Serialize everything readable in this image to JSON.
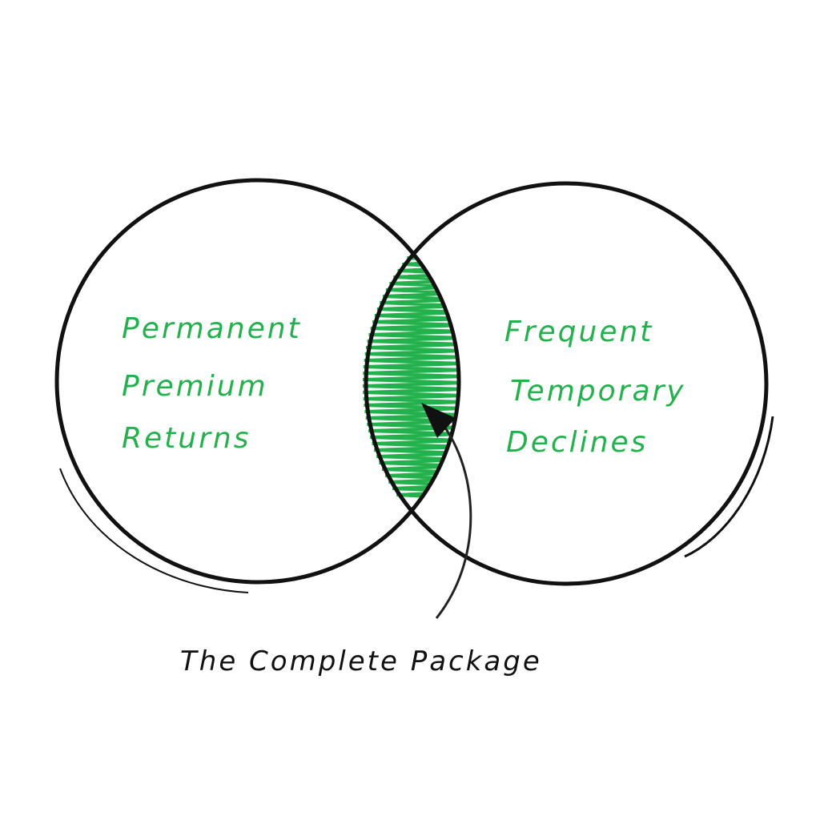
{
  "diagram": {
    "type": "venn",
    "left_set": {
      "lines": [
        "Permanent",
        "Premium",
        "Returns"
      ]
    },
    "right_set": {
      "lines": [
        "Frequent",
        "Temporary",
        "Declines"
      ]
    },
    "intersection_caption": "The Complete Package",
    "colors": {
      "label": "#22b14c",
      "fill": "#22b14c",
      "stroke": "#111111"
    }
  }
}
